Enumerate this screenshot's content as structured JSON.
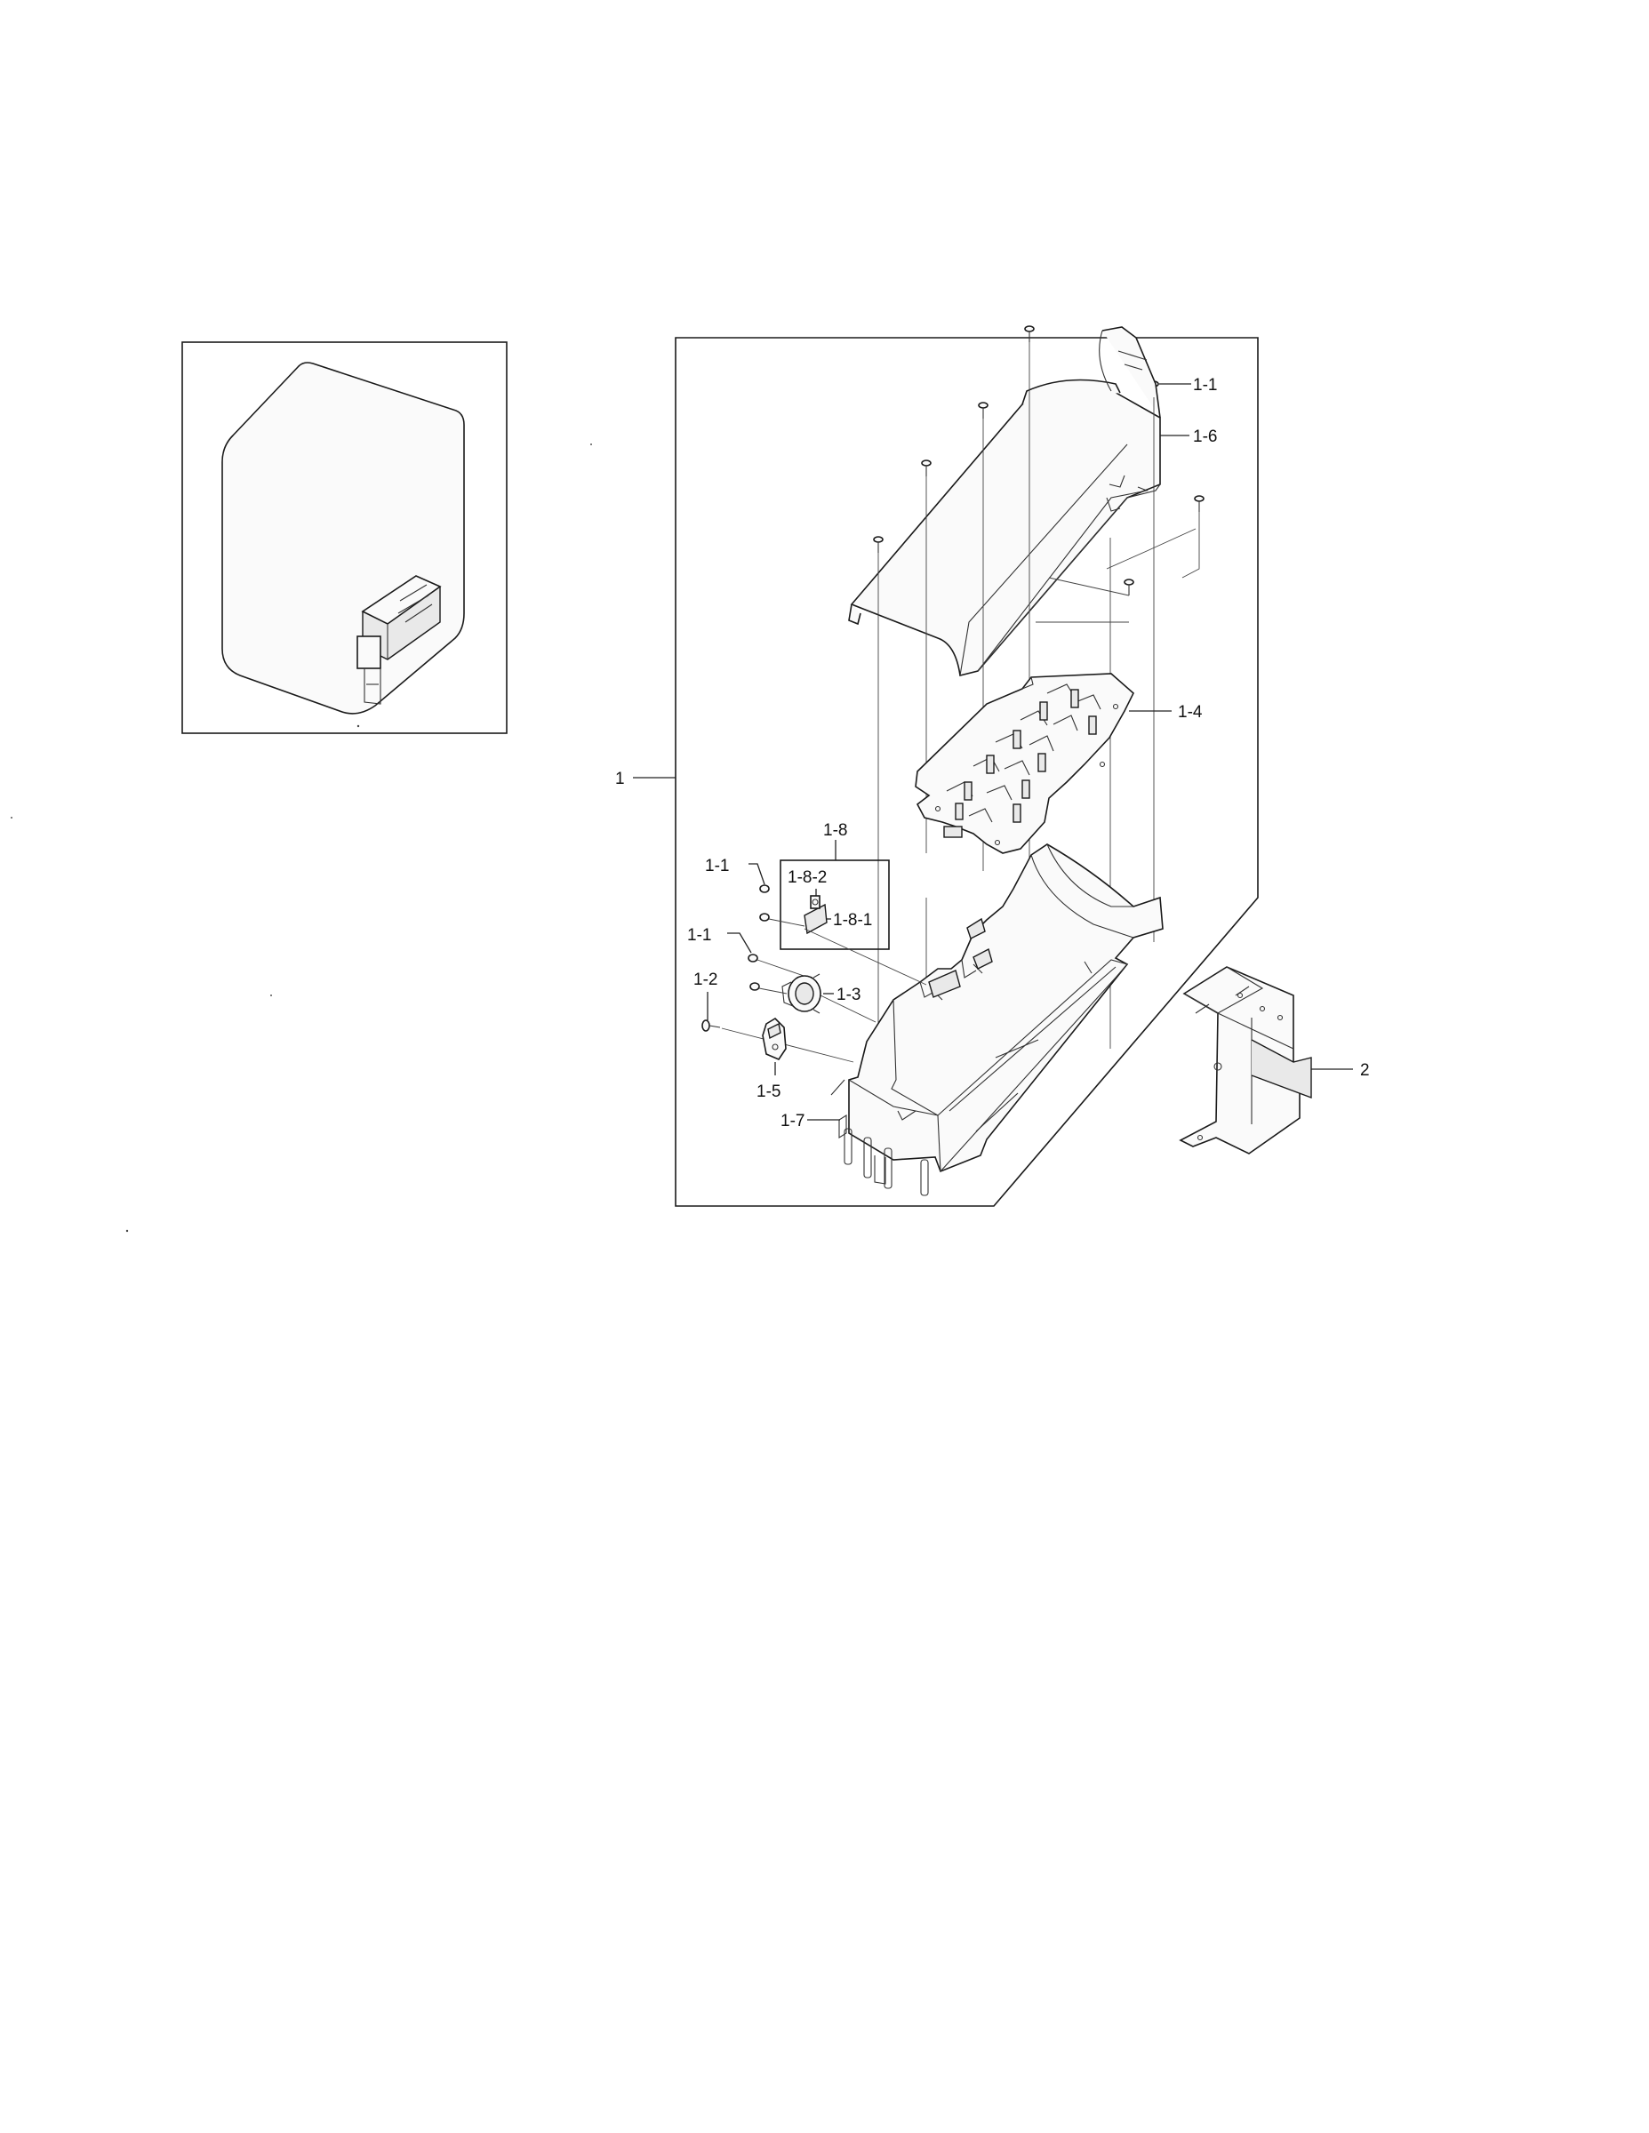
{
  "diagram": {
    "callouts": {
      "assembly": "1",
      "screw_top": "1-1",
      "screw_left_a": "1-1",
      "screw_left_b": "1-1",
      "screw_1_2": "1-2",
      "thermostat_1_3": "1-3",
      "coil_plate_1_4": "1-4",
      "bracket_1_5": "1-5",
      "duct_cover_1_6": "1-6",
      "heater_housing_1_7": "1-7",
      "thermal_fuse_group_1_8": "1-8",
      "part_1_8_1": "1-8-1",
      "part_1_8_2": "1-8-2",
      "mount_bracket_2": "2"
    }
  }
}
